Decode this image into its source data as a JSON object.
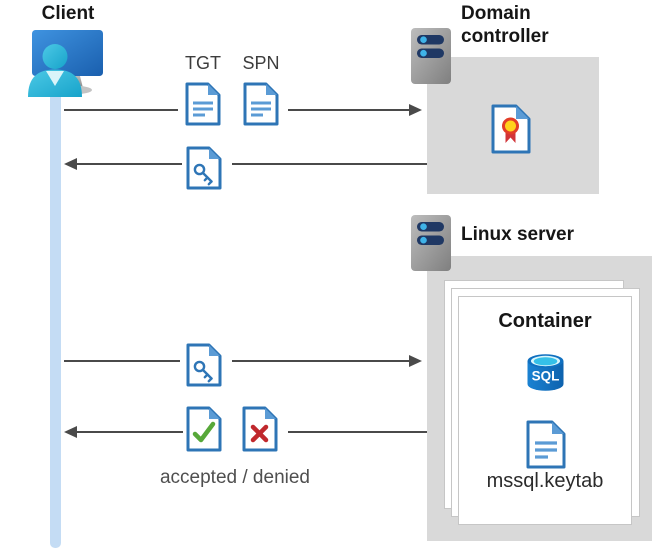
{
  "client": {
    "label": "Client"
  },
  "domain_controller": {
    "label": "Domain controller"
  },
  "linux_server": {
    "label": "Linux server"
  },
  "container": {
    "label": "Container",
    "keytab": "mssql.keytab"
  },
  "messages": {
    "tgt": "TGT",
    "spn": "SPN",
    "accepted_denied": "accepted / denied"
  },
  "sql_icon_label": "SQL",
  "colors": {
    "doc_border_blue": "#2e75b6",
    "doc_fold_blue": "#5b9bd5",
    "lifeline_blue": "#c4dcf4",
    "zone_gray": "#d9d9d9",
    "arrow_gray": "#4a4a4a",
    "check_green": "#57a839",
    "cross_red": "#c0282d",
    "certificate_yellow": "#ffd21c",
    "certificate_red": "#d13438",
    "sql_blue": "#1070c0",
    "sql_cyan": "#35c0e8",
    "server_bar_navy": "#1f3864",
    "server_dot_cyan": "#3fb3e8",
    "person_cyan": "#2cb9dc"
  }
}
